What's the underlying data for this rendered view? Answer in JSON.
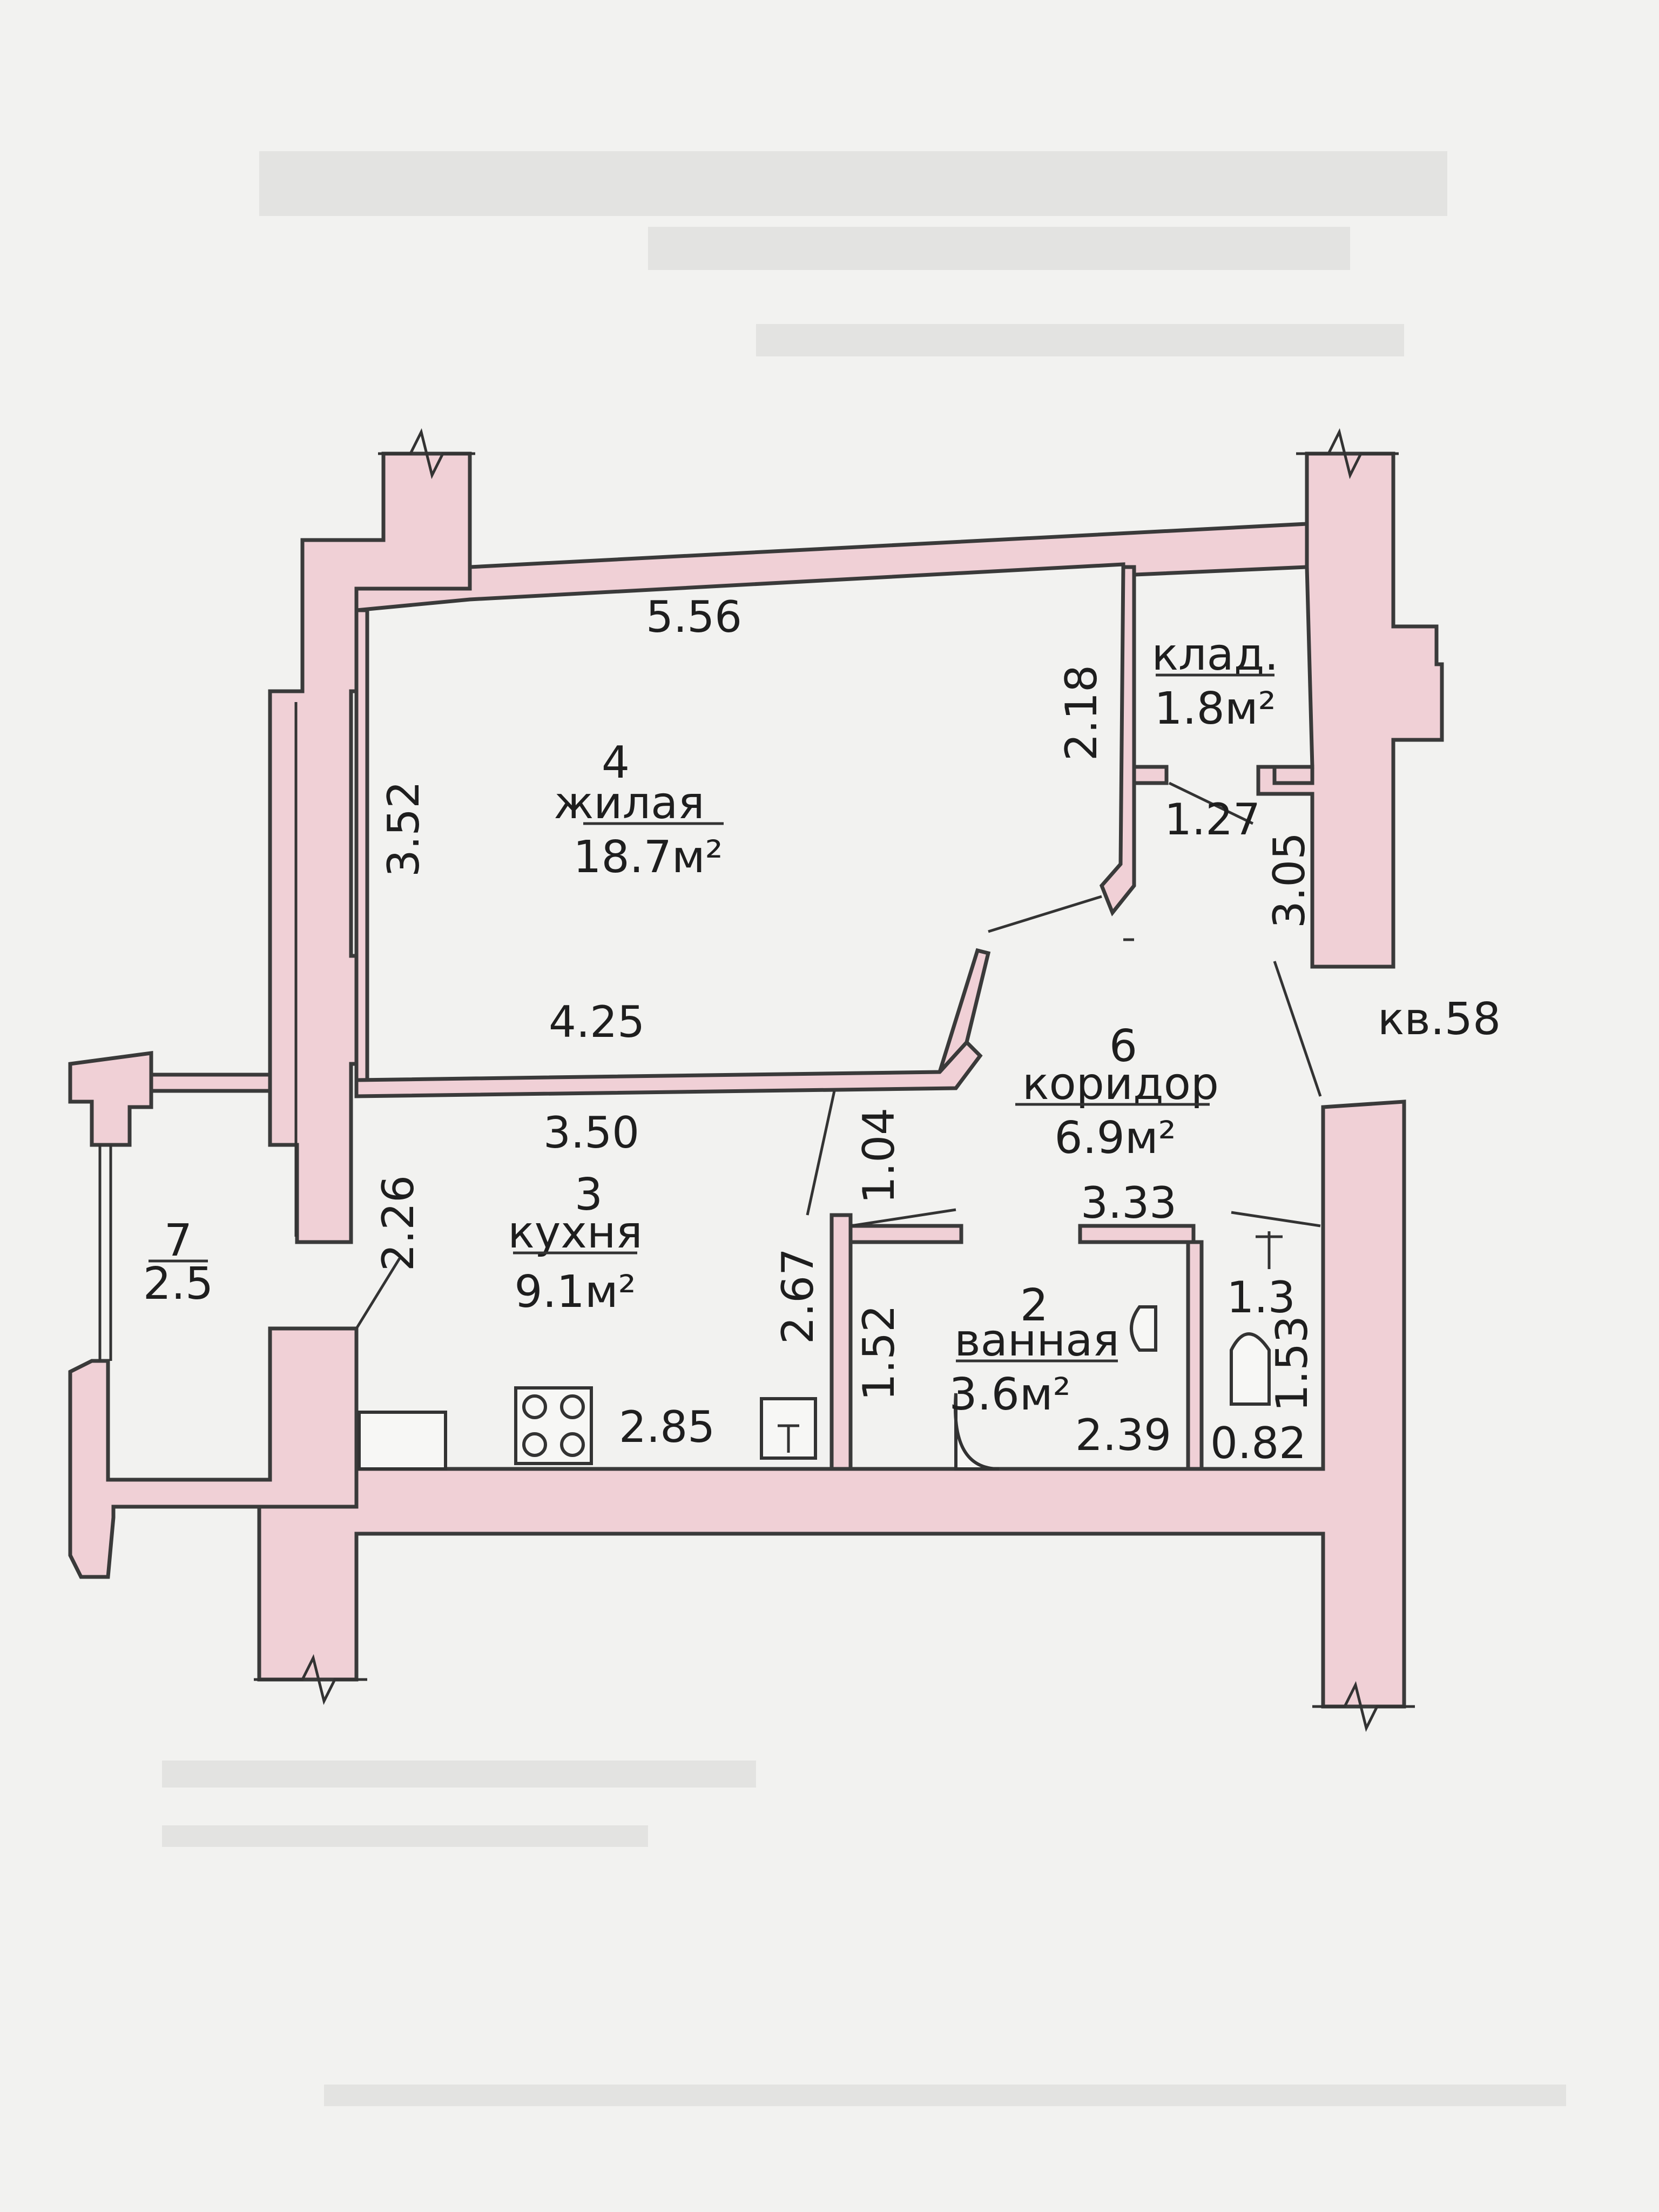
{
  "rooms": {
    "living": {
      "number": "4",
      "name": "жилая",
      "area": "18.7м²"
    },
    "storage": {
      "name": "клад.",
      "area": "1.8м²"
    },
    "corridor": {
      "number": "6",
      "name": "коридор",
      "area": "6.9м²"
    },
    "kitchen": {
      "number": "3",
      "name": "кухня",
      "area": "9.1м²"
    },
    "bath": {
      "number": "2",
      "name": "ванная",
      "area": "3.6м²"
    },
    "balcony": {
      "number": "7",
      "area": "2.5"
    }
  },
  "neighbor_label": "кв.58",
  "dimensions": {
    "living_top": "5.56",
    "living_left": "3.52",
    "living_bottom": "4.25",
    "storage_height": "2.18",
    "storage_width": "1.27",
    "corridor_right": "3.05",
    "kitchen_top": "3.50",
    "kitchen_door": "2.26",
    "passage": "1.04",
    "kitchen_right": "2.67",
    "bath_wall": "1.52",
    "kitchen_bottom": "2.85",
    "bath_top": "3.33",
    "bath_width": "2.39",
    "wc_width": "1.3",
    "wc_height": "1.53",
    "wc_depth": "0.82"
  },
  "colors": {
    "wall_fill": "#f0d0d6",
    "line": "#333333",
    "paper": "#f2f2f0"
  }
}
